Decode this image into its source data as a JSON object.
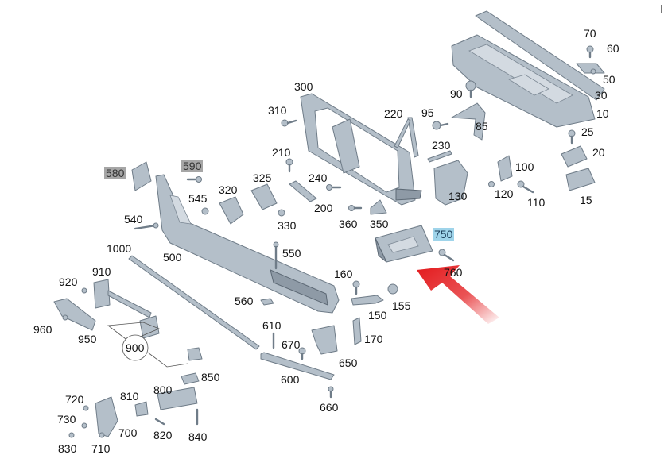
{
  "labels": [
    {
      "id": "70",
      "text": "70"
    },
    {
      "id": "60",
      "text": "60"
    },
    {
      "id": "50",
      "text": "50"
    },
    {
      "id": "30",
      "text": "30"
    },
    {
      "id": "10",
      "text": "10"
    },
    {
      "id": "300",
      "text": "300"
    },
    {
      "id": "90",
      "text": "90"
    },
    {
      "id": "95",
      "text": "95"
    },
    {
      "id": "85",
      "text": "85"
    },
    {
      "id": "220",
      "text": "220"
    },
    {
      "id": "310",
      "text": "310"
    },
    {
      "id": "25",
      "text": "25"
    },
    {
      "id": "20",
      "text": "20"
    },
    {
      "id": "230",
      "text": "230"
    },
    {
      "id": "210",
      "text": "210"
    },
    {
      "id": "100",
      "text": "100"
    },
    {
      "id": "580",
      "text": "580",
      "style": "grey"
    },
    {
      "id": "590",
      "text": "590",
      "style": "grey"
    },
    {
      "id": "325",
      "text": "325"
    },
    {
      "id": "240",
      "text": "240"
    },
    {
      "id": "320",
      "text": "320"
    },
    {
      "id": "545",
      "text": "545"
    },
    {
      "id": "120",
      "text": "120"
    },
    {
      "id": "130",
      "text": "130"
    },
    {
      "id": "200",
      "text": "200"
    },
    {
      "id": "110",
      "text": "110"
    },
    {
      "id": "15",
      "text": "15"
    },
    {
      "id": "360",
      "text": "360"
    },
    {
      "id": "350",
      "text": "350"
    },
    {
      "id": "330",
      "text": "330"
    },
    {
      "id": "540",
      "text": "540"
    },
    {
      "id": "750",
      "text": "750",
      "style": "blue"
    },
    {
      "id": "1000",
      "text": "1000"
    },
    {
      "id": "550",
      "text": "550"
    },
    {
      "id": "500",
      "text": "500"
    },
    {
      "id": "760",
      "text": "760"
    },
    {
      "id": "910",
      "text": "910"
    },
    {
      "id": "160",
      "text": "160"
    },
    {
      "id": "920",
      "text": "920"
    },
    {
      "id": "560",
      "text": "560"
    },
    {
      "id": "155",
      "text": "155"
    },
    {
      "id": "150",
      "text": "150"
    },
    {
      "id": "960",
      "text": "960"
    },
    {
      "id": "610",
      "text": "610"
    },
    {
      "id": "950",
      "text": "950"
    },
    {
      "id": "170",
      "text": "170"
    },
    {
      "id": "670",
      "text": "670"
    },
    {
      "id": "900",
      "text": "900"
    },
    {
      "id": "650",
      "text": "650"
    },
    {
      "id": "850",
      "text": "850"
    },
    {
      "id": "600",
      "text": "600"
    },
    {
      "id": "800",
      "text": "800"
    },
    {
      "id": "720",
      "text": "720"
    },
    {
      "id": "810",
      "text": "810"
    },
    {
      "id": "660",
      "text": "660"
    },
    {
      "id": "730",
      "text": "730"
    },
    {
      "id": "700",
      "text": "700"
    },
    {
      "id": "820",
      "text": "820"
    },
    {
      "id": "840",
      "text": "840"
    },
    {
      "id": "830",
      "text": "830"
    },
    {
      "id": "710",
      "text": "710"
    }
  ],
  "colors": {
    "part_fill": "#b4bfc9",
    "part_stroke": "#6f7c88",
    "highlight_grey": "#a6a6a6",
    "highlight_blue": "#9fd4ea",
    "arrow_red": "#e3191c"
  },
  "highlighted_part": "750"
}
